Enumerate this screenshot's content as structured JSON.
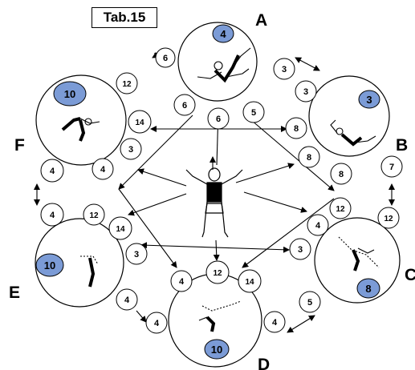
{
  "tab_label": "Tab.15",
  "colors": {
    "badge_fill": "#7b9bd6",
    "stroke": "#000000",
    "background": "#ffffff"
  },
  "stations": [
    {
      "id": "A",
      "letter": "A",
      "badge": "4"
    },
    {
      "id": "B",
      "letter": "B",
      "badge": "3"
    },
    {
      "id": "C",
      "letter": "C",
      "badge": "8"
    },
    {
      "id": "D",
      "letter": "D",
      "badge": "10"
    },
    {
      "id": "E",
      "letter": "E",
      "badge": "10"
    },
    {
      "id": "F",
      "letter": "F",
      "badge": "10"
    }
  ],
  "counts": [
    "6",
    "12",
    "3",
    "3",
    "6",
    "6",
    "5",
    "14",
    "8",
    "3",
    "8",
    "7",
    "4",
    "4",
    "8",
    "4",
    "12",
    "12",
    "4",
    "12",
    "14",
    "3",
    "3",
    "4",
    "12",
    "14",
    "4",
    "5",
    "4",
    "4"
  ]
}
